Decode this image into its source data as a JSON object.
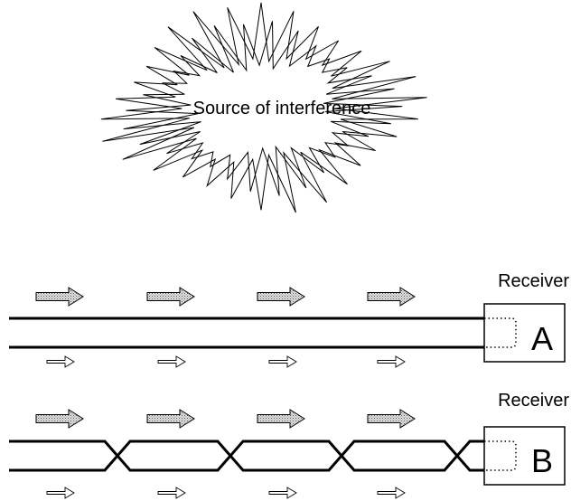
{
  "diagram": {
    "burst_label": "Source of interference",
    "receivers": [
      {
        "title": "Receiver",
        "letter": "A",
        "wiring": "parallel"
      },
      {
        "title": "Receiver",
        "letter": "B",
        "wiring": "twisted"
      }
    ],
    "colors": {
      "line": "#000000",
      "background": "#ffffff",
      "big_arrow_fill": "dotted gray",
      "small_arrow_fill": "#ffffff"
    },
    "icons": {
      "big_arrow": "stippled-right-arrow-icon",
      "small_arrow": "outline-right-arrow-icon",
      "burst": "starburst-icon"
    }
  }
}
